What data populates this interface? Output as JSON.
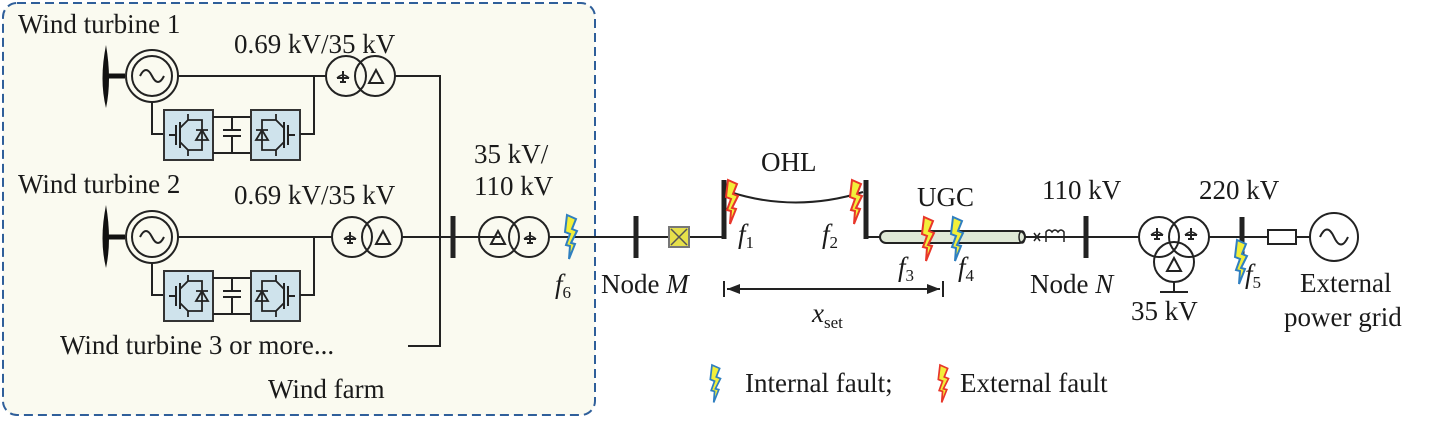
{
  "wind_farm": {
    "title": "Wind farm",
    "turbines": [
      {
        "label": "Wind turbine 1",
        "transformer": "0.69 kV/35 kV"
      },
      {
        "label": "Wind turbine 2",
        "transformer": "0.69 kV/35 kV"
      }
    ],
    "more_label": "Wind turbine 3 or more...",
    "step_up_transformer_line1": "35 kV/",
    "step_up_transformer_line2": "110 kV",
    "border_color": "#2f5f9a",
    "fill_color": "#fafaf0"
  },
  "network": {
    "ohl_label": "OHL",
    "ugc_label": "UGC",
    "node_m": {
      "text": "Node ",
      "var": "M"
    },
    "node_n": {
      "text": "Node ",
      "var": "N"
    },
    "bus_110": "110 kV",
    "bus_220": "220 kV",
    "tertiary": "35 kV",
    "grid_line1": "External",
    "grid_line2": "power grid",
    "xset": {
      "base": "x",
      "sub": "set"
    }
  },
  "faults": [
    {
      "id": "f1",
      "base": "f",
      "sub": "1",
      "type": "external"
    },
    {
      "id": "f2",
      "base": "f",
      "sub": "2",
      "type": "external"
    },
    {
      "id": "f3",
      "base": "f",
      "sub": "3",
      "type": "external"
    },
    {
      "id": "f4",
      "base": "f",
      "sub": "4",
      "type": "internal"
    },
    {
      "id": "f5",
      "base": "f",
      "sub": "5",
      "type": "internal"
    },
    {
      "id": "f6",
      "base": "f",
      "sub": "6",
      "type": "internal"
    }
  ],
  "legend": {
    "internal": "Internal fault;",
    "external": "External fault",
    "internal_stroke": "#2f7fc0",
    "external_stroke": "#e8362a",
    "bolt_fill": "#f2ef3a"
  },
  "colors": {
    "cable_fill": "#dfe8d6",
    "converter_fill": "#cfe3ec",
    "breaker_fill": "#e6e04a"
  }
}
